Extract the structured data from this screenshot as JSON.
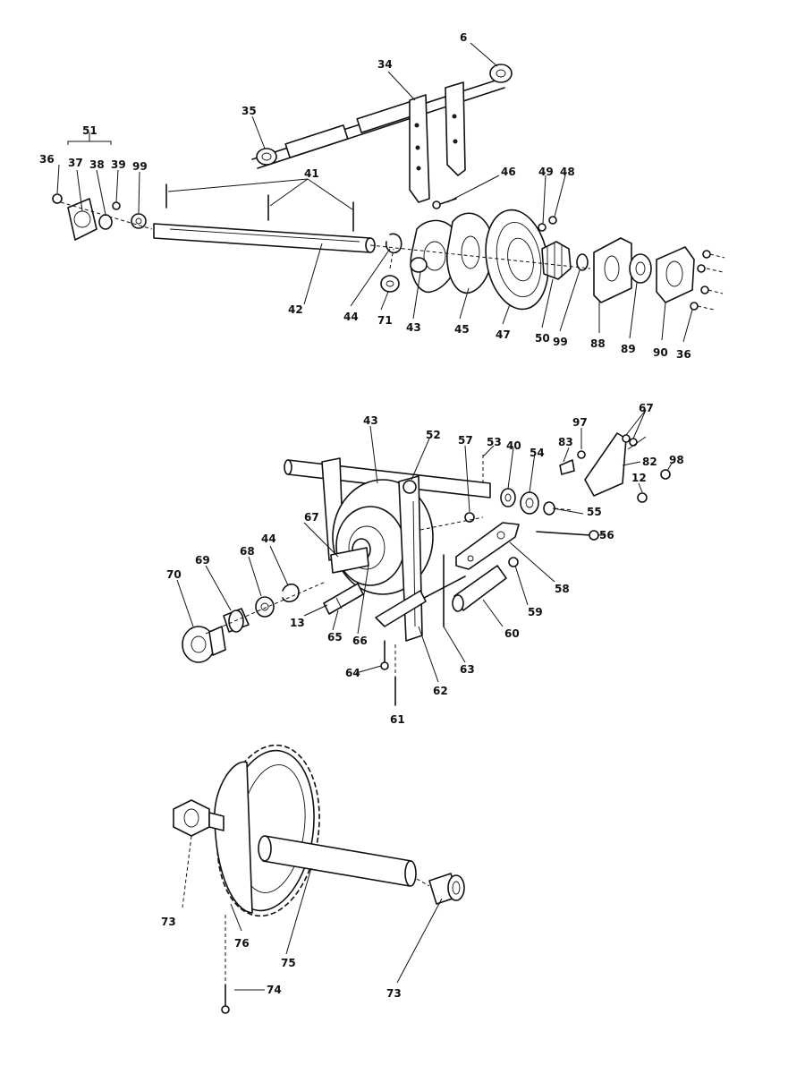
{
  "labels": {
    "top": {
      "p6": "6",
      "p34": "34",
      "p35": "35",
      "p51": "51",
      "p36a": "36",
      "p37": "37",
      "p38": "38",
      "p39": "39",
      "p99a": "99",
      "p41": "41",
      "p46": "46",
      "p49": "49",
      "p48": "48",
      "p42": "42",
      "p44": "44",
      "p71": "71",
      "p43": "43",
      "p45": "45",
      "p47": "47",
      "p50": "50",
      "p99b": "99",
      "p88": "88",
      "p89": "89",
      "p90": "90",
      "p36b": "36"
    },
    "middle": {
      "p43": "43",
      "p52": "52",
      "p57": "57",
      "p53": "53",
      "p40": "40",
      "p54": "54",
      "p97": "97",
      "p67a": "67",
      "p83": "83",
      "p82": "82",
      "p98": "98",
      "p12": "12",
      "p67b": "67",
      "p55": "55",
      "p56": "56",
      "p58": "58",
      "p59": "59",
      "p60": "60",
      "p63": "63",
      "p62": "62",
      "p61": "61",
      "p64": "64",
      "p66": "66",
      "p65": "65",
      "p13": "13",
      "p44": "44",
      "p68": "68",
      "p69": "69",
      "p70": "70"
    },
    "bottom": {
      "p73a": "73",
      "p76": "76",
      "p75": "75",
      "p74": "74",
      "p73b": "73"
    }
  }
}
